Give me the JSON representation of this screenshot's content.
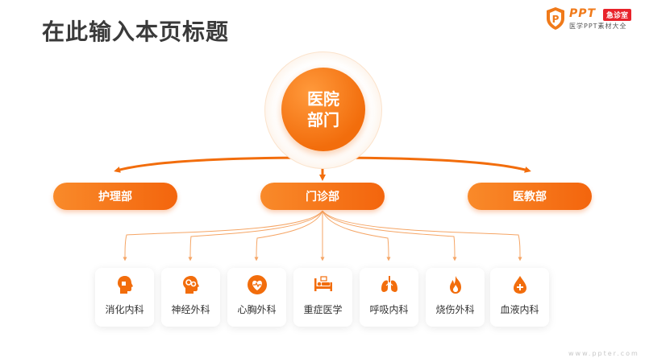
{
  "page": {
    "title": "在此输入本页标题"
  },
  "logo": {
    "name": "PPT",
    "badge": "急诊室",
    "subtitle": "医学PPT素材大全",
    "icon": "shield-p-icon"
  },
  "chart": {
    "root": "医院部门",
    "departments": [
      "护理部",
      "门诊部",
      "医教部"
    ],
    "clinics": [
      {
        "label": "消化内科",
        "icon": "head-profile-icon"
      },
      {
        "label": "神经外科",
        "icon": "brain-gears-icon"
      },
      {
        "label": "心胸外科",
        "icon": "heart-pulse-icon"
      },
      {
        "label": "重症医学",
        "icon": "hospital-bed-icon"
      },
      {
        "label": "呼吸内科",
        "icon": "lungs-icon"
      },
      {
        "label": "烧伤外科",
        "icon": "flame-icon"
      },
      {
        "label": "血液内科",
        "icon": "blood-drop-icon"
      }
    ]
  },
  "colors": {
    "accent": "#f26d0c",
    "accent_light": "#f98a2a",
    "title": "#3a3a3a"
  },
  "footer": {
    "url": "www.ppter.com"
  }
}
